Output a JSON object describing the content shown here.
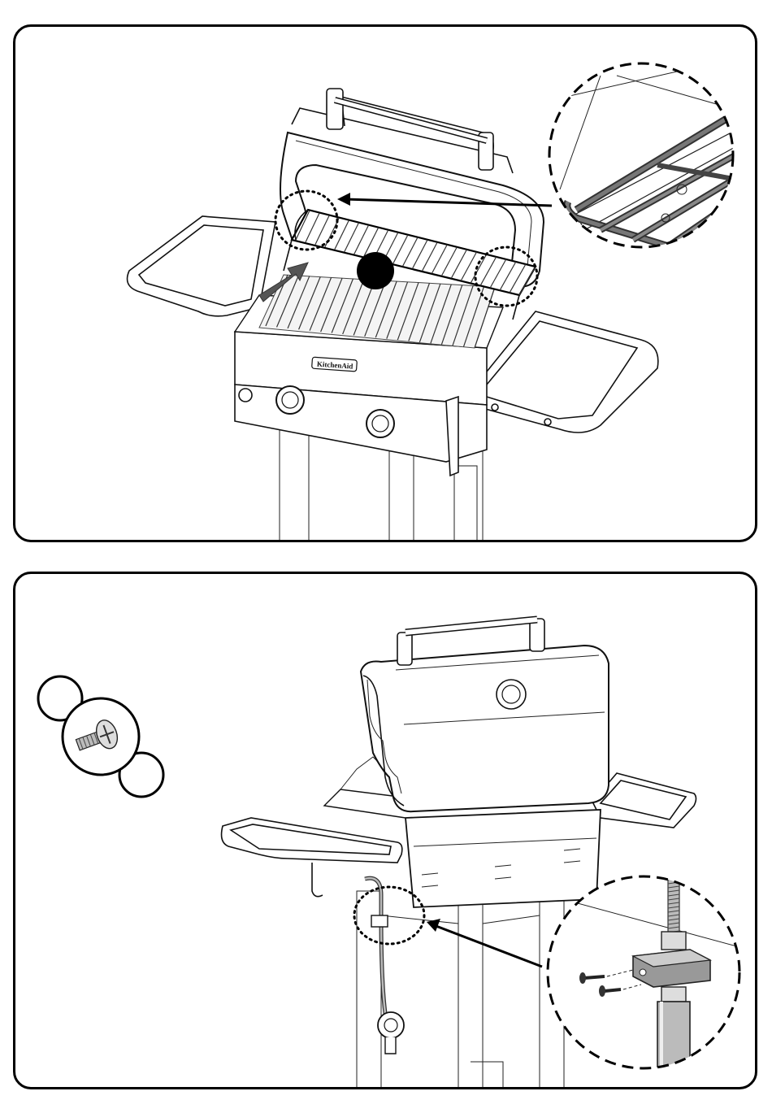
{
  "steps": [
    {
      "id": "step-1",
      "brand_text": "KitchenAid",
      "callouts": [
        "warming-rack-hook-left",
        "warming-rack-hook-right"
      ],
      "icons": [
        "warming-rack-icon",
        "filled-dot-icon",
        "direction-arrow-icon",
        "detail-magnifier-icon"
      ]
    },
    {
      "id": "step-2",
      "callouts": [
        "regulator-bracket"
      ],
      "icons": [
        "screw-icon",
        "detail-magnifier-icon",
        "regulator-hose-icon"
      ]
    }
  ],
  "colors": {
    "outline": "#000000",
    "background": "#ffffff",
    "dot": "#000000",
    "arrow": "#444444"
  }
}
